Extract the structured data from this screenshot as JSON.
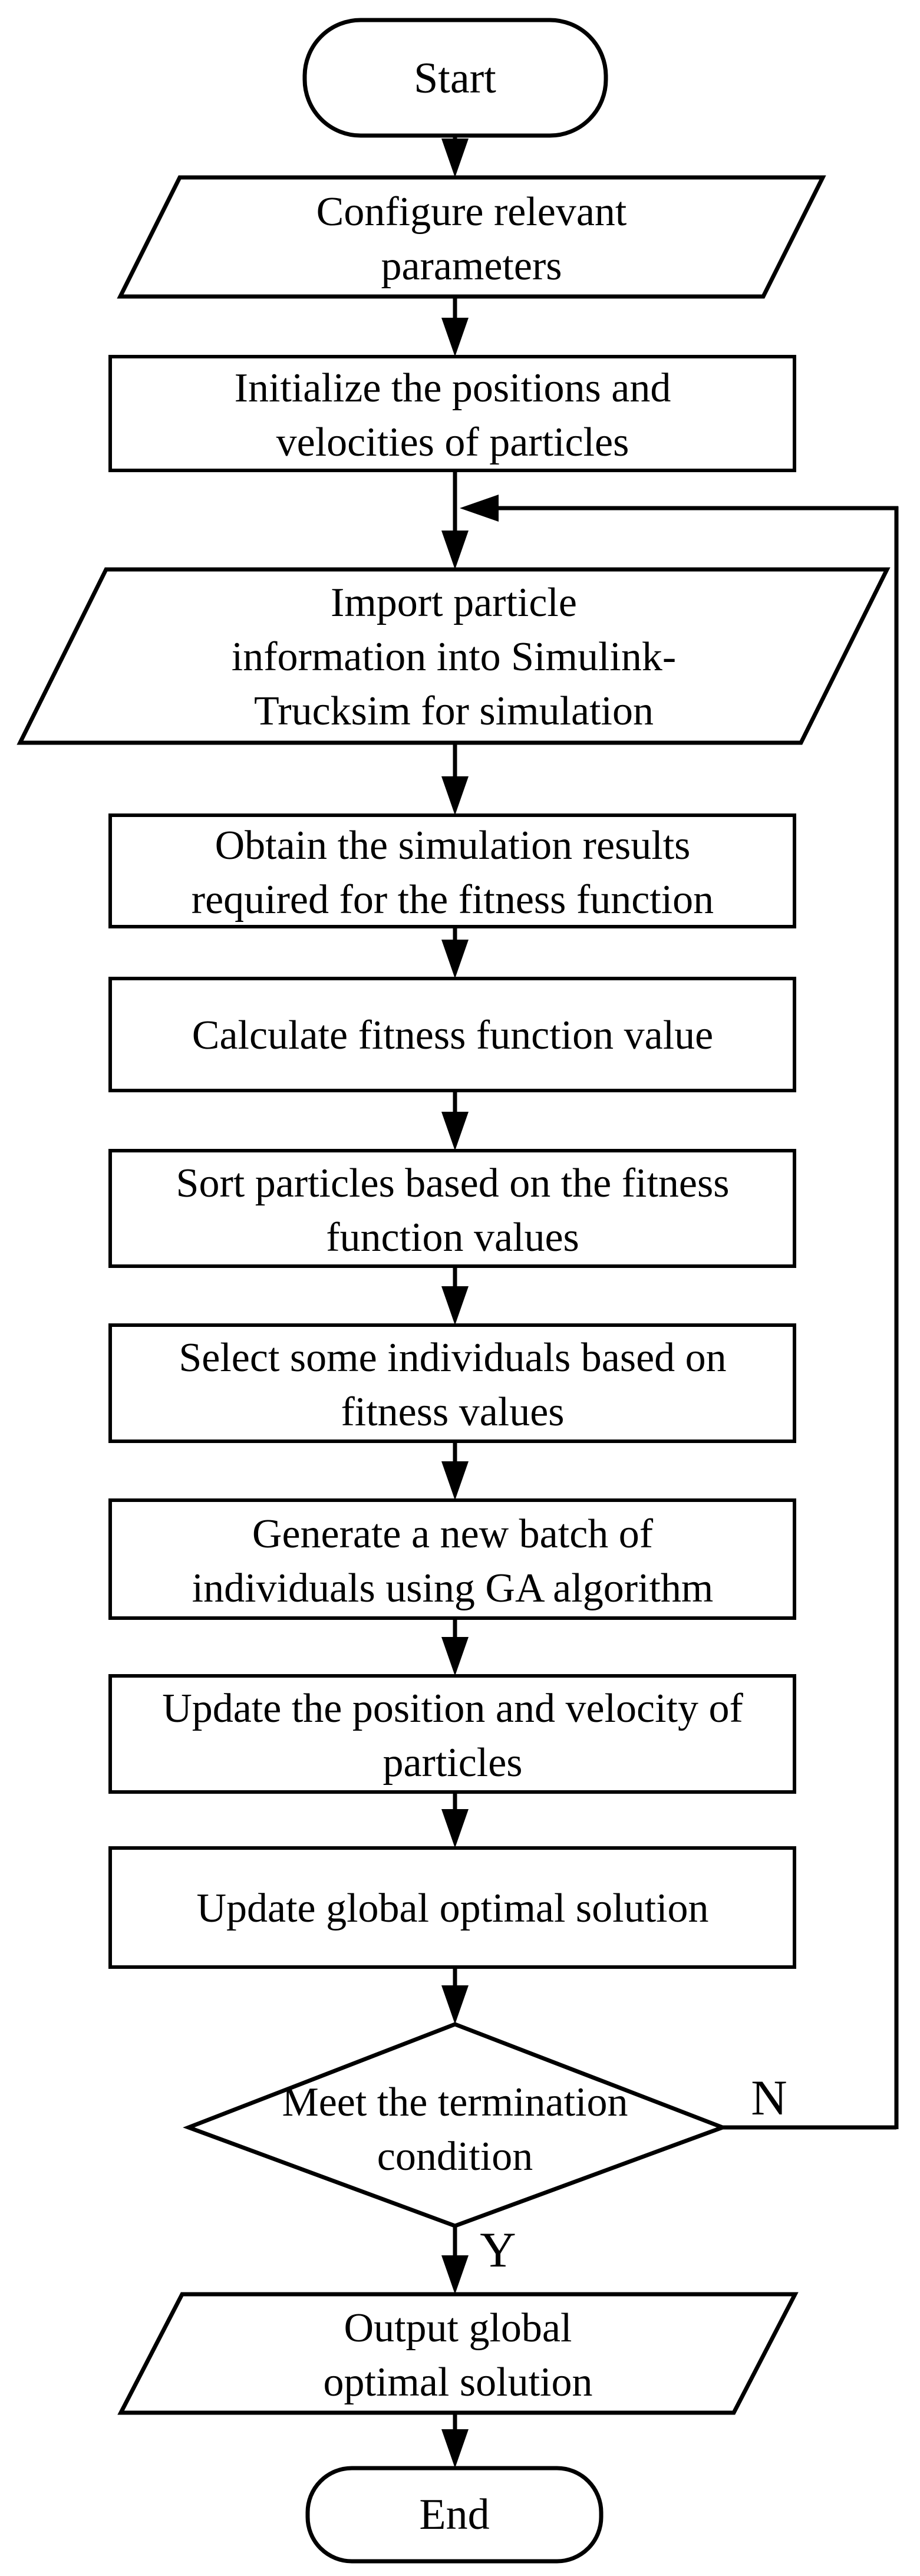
{
  "nodes": {
    "start": {
      "type": "terminator",
      "label": "Start"
    },
    "configure": {
      "type": "io",
      "lines": [
        "Configure relevant",
        "parameters"
      ]
    },
    "initialize": {
      "type": "process",
      "lines": [
        "Initialize the positions and",
        "velocities of particles"
      ]
    },
    "import_particle": {
      "type": "io",
      "lines": [
        "Import particle",
        "information into Simulink-",
        "Trucksim for simulation"
      ]
    },
    "obtain": {
      "type": "process",
      "lines": [
        "Obtain the simulation results",
        "required for the fitness function"
      ]
    },
    "calculate": {
      "type": "process",
      "lines": [
        "Calculate fitness function value"
      ]
    },
    "sort": {
      "type": "process",
      "lines": [
        "Sort particles based on the fitness",
        "function values"
      ]
    },
    "select": {
      "type": "process",
      "lines": [
        "Select some individuals based on",
        "fitness values"
      ]
    },
    "generate": {
      "type": "process",
      "lines": [
        "Generate a new batch of",
        "individuals using GA algorithm"
      ]
    },
    "update_particles": {
      "type": "process",
      "lines": [
        "Update the position and velocity of",
        "particles"
      ]
    },
    "update_global": {
      "type": "process",
      "lines": [
        "Update global optimal solution"
      ]
    },
    "decision": {
      "type": "decision",
      "lines": [
        "Meet the termination",
        "condition"
      ]
    },
    "output": {
      "type": "io",
      "lines": [
        "Output global",
        "optimal solution"
      ]
    },
    "end": {
      "type": "terminator",
      "label": "End"
    }
  },
  "labels": {
    "yes": "Y",
    "no": "N"
  },
  "colors": {
    "stroke": "#000000",
    "fill": "#ffffff",
    "background": "#ffffff"
  }
}
